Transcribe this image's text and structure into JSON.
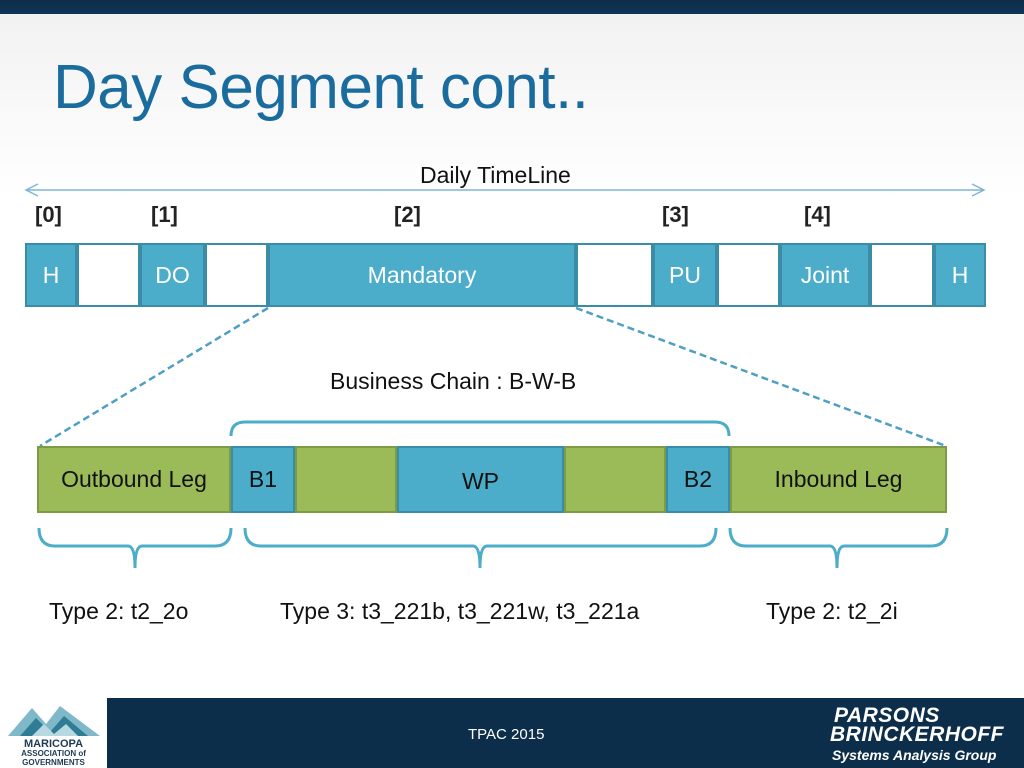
{
  "slide": {
    "title": "Day Segment cont..",
    "timeline_label": "Daily TimeLine",
    "indices": [
      "[0]",
      "[1]",
      "[2]",
      "[3]",
      "[4]"
    ],
    "top_boxes": [
      {
        "label": "H",
        "style": "blue"
      },
      {
        "label": "",
        "style": "white"
      },
      {
        "label": "DO",
        "style": "blue"
      },
      {
        "label": "",
        "style": "white"
      },
      {
        "label": "Mandatory",
        "style": "blue"
      },
      {
        "label": "",
        "style": "white"
      },
      {
        "label": "PU",
        "style": "blue"
      },
      {
        "label": "",
        "style": "white"
      },
      {
        "label": "Joint",
        "style": "blue"
      },
      {
        "label": "",
        "style": "white"
      },
      {
        "label": "H",
        "style": "blue"
      }
    ],
    "chain_label": "Business Chain : B-W-B",
    "bottom_boxes": [
      {
        "label": "Outbound Leg",
        "style": "green"
      },
      {
        "label": "B1",
        "style": "blue"
      },
      {
        "label": "",
        "style": "green"
      },
      {
        "label": "WP",
        "style": "blue"
      },
      {
        "label": "",
        "style": "green"
      },
      {
        "label": "B2",
        "style": "blue"
      },
      {
        "label": "Inbound Leg",
        "style": "green"
      }
    ],
    "types": [
      "Type 2: t2_2o",
      "Type 3: t3_221b, t3_221w, t3_221a",
      "Type 2: t2_2i"
    ]
  },
  "colors": {
    "title": "#1a6c9f",
    "blue_box": "#4badc9",
    "green_box": "#9bbb59",
    "bracket": "#4badc9",
    "footer": "#0d2e4a"
  },
  "footer": {
    "center_text": "TPAC 2015",
    "left_logo": {
      "line1": "MARICOPA",
      "line2": "ASSOCIATION of",
      "line3": "GOVERNMENTS"
    },
    "right_logo": {
      "line1": "PARSONS",
      "line2": "BRINCKERHOFF",
      "line3": "Systems Analysis Group"
    }
  }
}
